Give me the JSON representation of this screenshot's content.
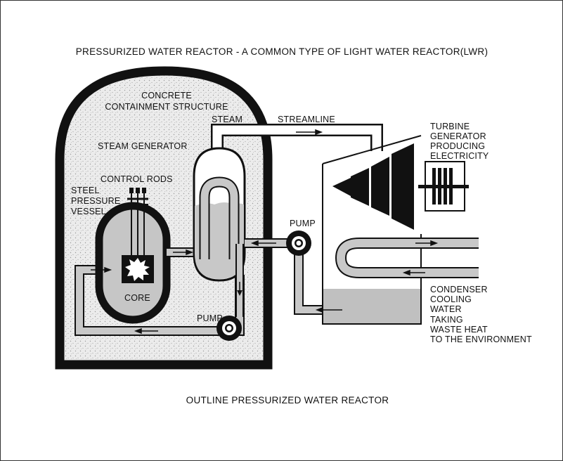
{
  "title": "PRESSURIZED WATER REACTOR - A COMMON TYPE OF LIGHT WATER REACTOR(LWR)",
  "caption": "OUTLINE PRESSURIZED WATER REACTOR",
  "labels": {
    "containment": [
      "CONCRETE",
      "CONTAINMENT STRUCTURE"
    ],
    "steam": "STEAM",
    "streamline": "STREAMLINE",
    "steam_generator": "STEAM GENERATOR",
    "control_rods": "CONTROL RODS",
    "pressure_vessel": [
      "STEEL",
      "PRESSURE",
      "VESSEL"
    ],
    "core": "CORE",
    "pump_secondary": "PUMP",
    "pump_primary": "PUMP",
    "turbine": [
      "TURBINE",
      "GENERATOR",
      "PRODUCING",
      "ELECTRICITY"
    ],
    "condenser": [
      "CONDENSER",
      "COOLING",
      "WATER",
      "TAKING",
      "WASTE HEAT",
      "TO THE ENVIRONMENT"
    ]
  },
  "colors": {
    "stroke": "#111111",
    "pipe_fill": "#c8c8c8",
    "water_fill": "#bdbdbd",
    "containment_texture": "#e3e3e3"
  }
}
